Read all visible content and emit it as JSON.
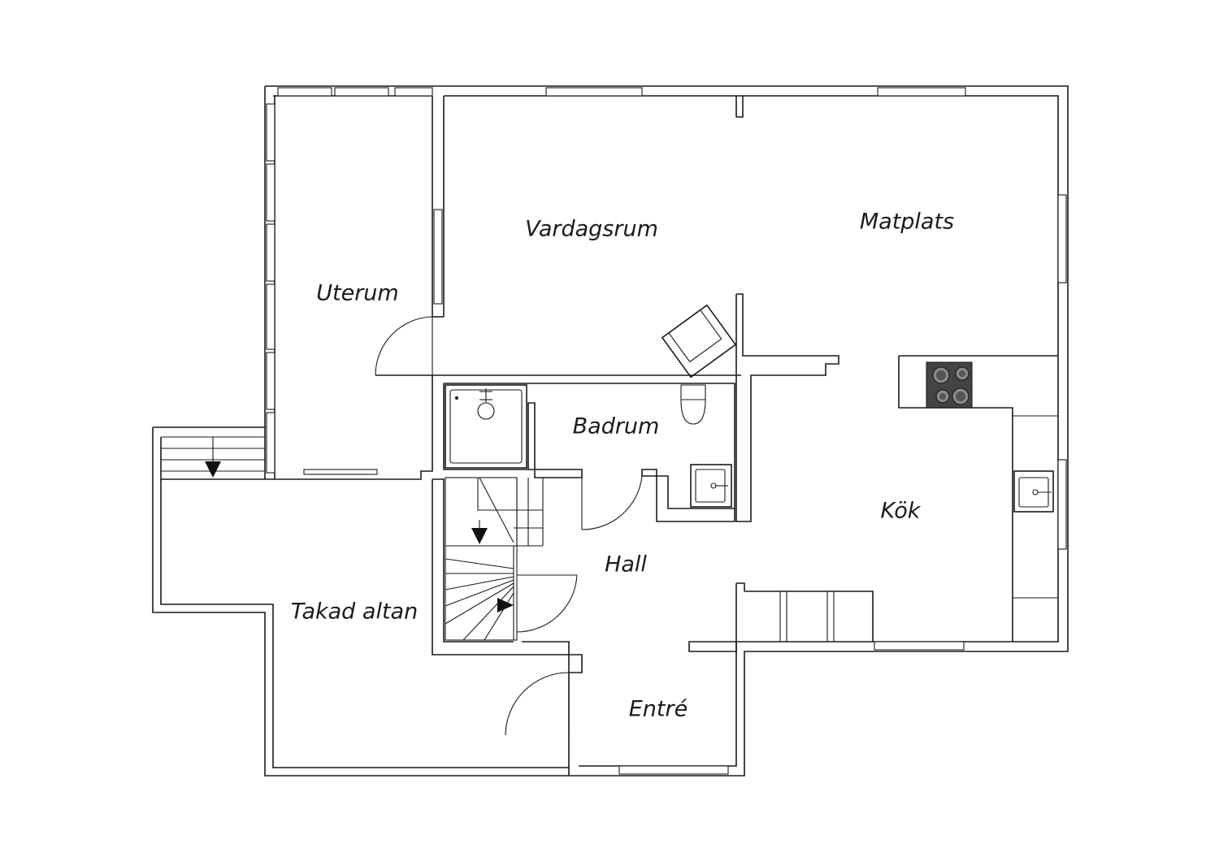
{
  "plan": {
    "rooms": {
      "uterum": "Uterum",
      "vardagsrum": "Vardagsrum",
      "matplats": "Matplats",
      "badrum": "Badrum",
      "kok": "Kök",
      "hall": "Hall",
      "takad_altan": "Takad altan",
      "entre": "Entré"
    }
  }
}
